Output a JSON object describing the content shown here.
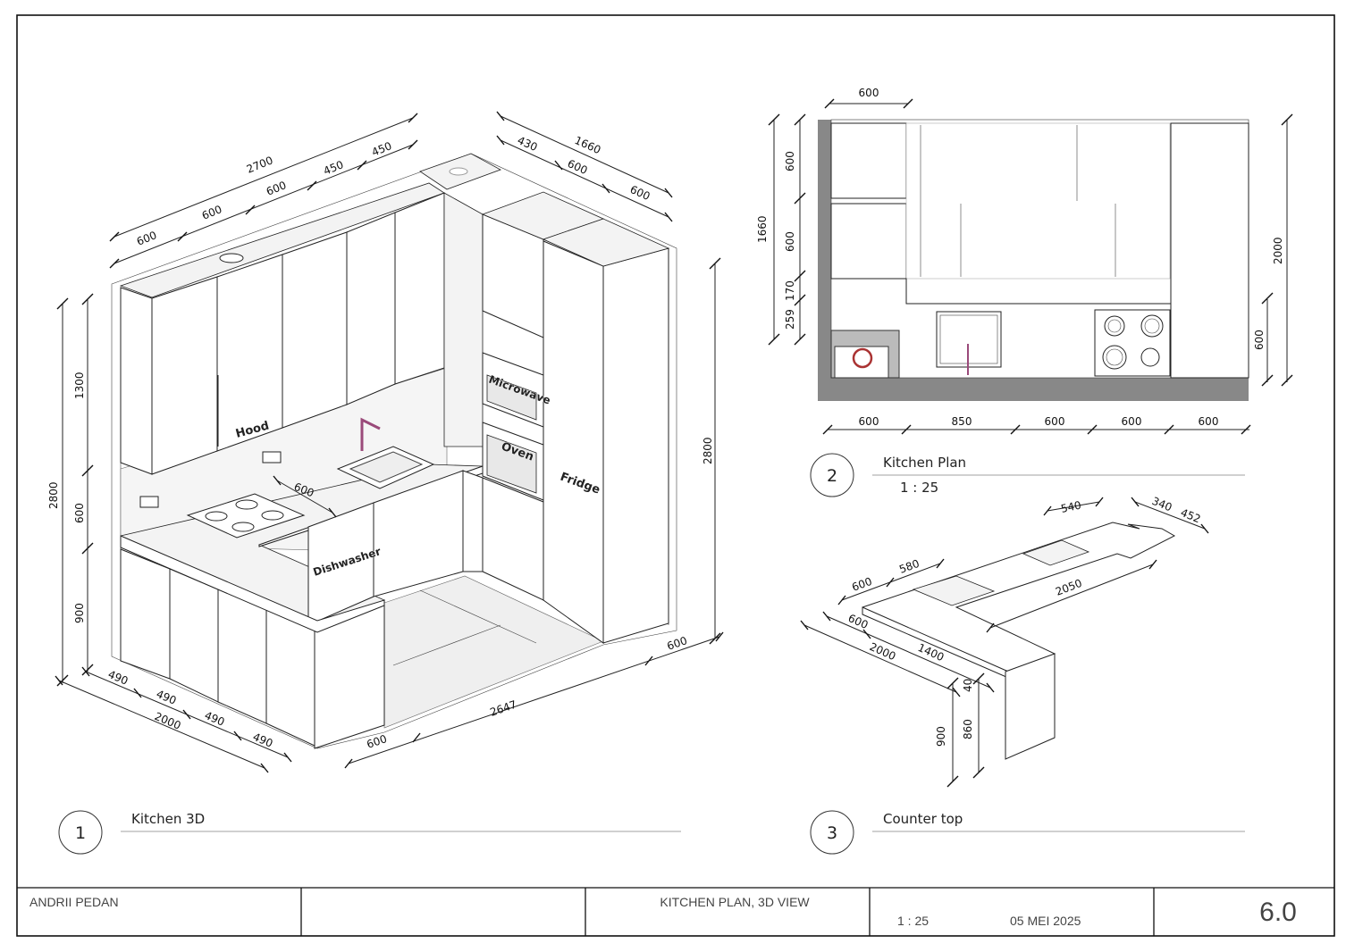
{
  "views": [
    {
      "number": "1",
      "title": "Kitchen 3D"
    },
    {
      "number": "2",
      "title": "Kitchen Plan",
      "scale": "1 : 25"
    },
    {
      "number": "3",
      "title": "Counter top"
    }
  ],
  "view1": {
    "labels": {
      "hood": "Hood",
      "microwave": "Microwave",
      "oven": "Oven",
      "fridge": "Fridge",
      "dishwasher": "Dishwasher"
    },
    "dims": {
      "top_total": "2700",
      "top_a": "600",
      "top_b": "600",
      "top_c": "600",
      "top_d": "450",
      "top_e": "450",
      "side_total": "1660",
      "side_a": "430",
      "side_b": "600",
      "side_c": "600",
      "left_total": "2800",
      "left_upper": "1300",
      "left_mid": "600",
      "left_low": "900",
      "right_height": "2800",
      "counter_depth": "600",
      "bottom_total": "2000",
      "bottom_a": "490",
      "bottom_b": "490",
      "bottom_c": "490",
      "bottom_d": "490",
      "front_total": "2647",
      "front_a": "600",
      "front_b": "600"
    }
  },
  "view2": {
    "dims": {
      "top": "600",
      "left_total": "1660",
      "left_a": "600",
      "left_b": "600",
      "left_c": "170",
      "left_d": "259",
      "right_total": "2000",
      "right_a": "600",
      "bottom_a": "600",
      "bottom_b": "850",
      "bottom_c": "600",
      "bottom_d": "600",
      "bottom_e": "600"
    }
  },
  "view3": {
    "dims": {
      "d540": "540",
      "d340": "340",
      "d452": "452",
      "d600a": "600",
      "d580": "580",
      "d2050": "2050",
      "d600b": "600",
      "d1400": "1400",
      "d2000": "2000",
      "d40": "40",
      "d900": "900",
      "d860": "860"
    }
  },
  "title_block": {
    "author": "ANDRII PEDAN",
    "drawing_title": "KITCHEN PLAN, 3D VIEW",
    "scale": "1 : 25",
    "date": "05 MEI 2025",
    "sheet_number": "6.0"
  }
}
